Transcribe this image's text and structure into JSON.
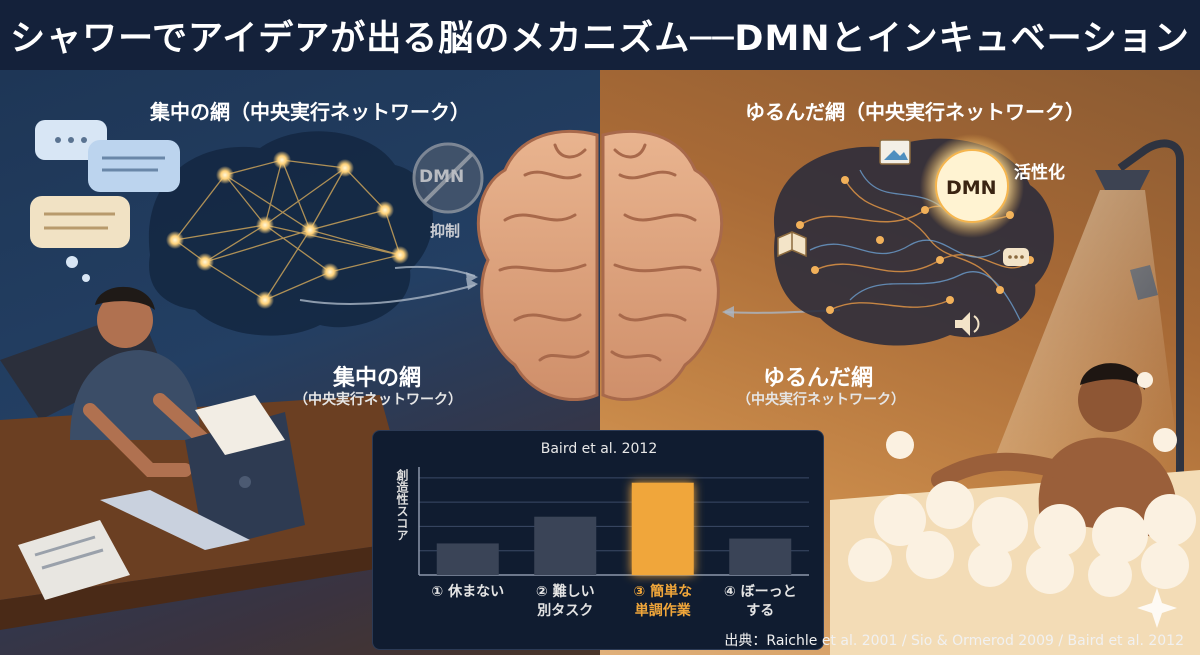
{
  "header": {
    "title": "シャワーでアイデアが出る脳のメカニズム──DMNとインキュベーション"
  },
  "left_panel": {
    "heading": "集中の網（中央実行ネットワーク）",
    "network_label": "集中の網",
    "network_sublabel": "（中央実行ネットワーク）",
    "dmn_badge": "DMN",
    "dmn_state": "抑制"
  },
  "right_panel": {
    "heading": "ゆるんだ網（中央実行ネットワーク）",
    "network_label": "ゆるんだ網",
    "network_sublabel": "（中央実行ネットワーク）",
    "dmn_badge": "DMN",
    "dmn_state": "活性化"
  },
  "chart_data": {
    "type": "bar",
    "title": "Baird et al. 2012",
    "ylabel": "創造性スコア",
    "categories": [
      "① 休まない",
      "② 難しい別タスク",
      "③ 簡単な単調作業",
      "④ ぼーっとする"
    ],
    "category_lines": [
      [
        "① 休まない"
      ],
      [
        "② 難しい",
        "別タスク"
      ],
      [
        "③ 簡単な",
        "単調作業"
      ],
      [
        "④ ぼーっと",
        "する"
      ]
    ],
    "values": [
      1.3,
      2.4,
      3.8,
      1.5
    ],
    "ylim": [
      0,
      4.2
    ],
    "highlight_index": 2,
    "colors": {
      "bar": "#3a4457",
      "highlight": "#f0a63a",
      "grid": "#3b4a66"
    }
  },
  "footer": {
    "citation": "出典：Raichle et al. 2001 / Sio & Ormerod 2009 / Baird et al. 2012"
  },
  "colors": {
    "title_bar": "#14213a",
    "left_bg": "#233f63",
    "right_bg": "#b5773f",
    "node_glow": "#ffd27a",
    "dmn_glow": "#fff2c4"
  },
  "icons": [
    "chat-bubble-icon",
    "laptop-icon",
    "document-icon",
    "brain-icon",
    "book-icon",
    "picture-icon",
    "speech-icon",
    "speaker-icon",
    "shower-head-icon",
    "sparkle-icon"
  ]
}
